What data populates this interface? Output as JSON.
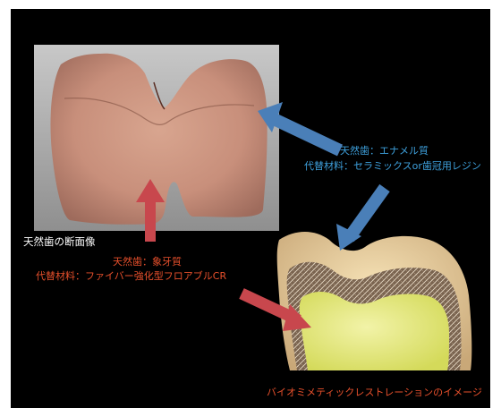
{
  "colors": {
    "background": "#000000",
    "enamel_text": "#3ea0dc",
    "dentin_text": "#e8502c",
    "caption_text": "#ffffff",
    "blue_arrow": "#4a7fb8",
    "red_arrow": "#c8474d"
  },
  "labels": {
    "section_caption": "天然歯の断面像",
    "enamel_line1": "天然歯：エナメル質",
    "enamel_line2": "代替材料：セラミックスor歯冠用レジン",
    "dentin_line1": "天然歯：象牙質",
    "dentin_line2": "代替材料：ファイバー強化型フロアブルCR",
    "restoration_caption": "バイオミメティックレストレーションのイメージ"
  },
  "icons": {
    "natural_tooth": "natural-tooth-cross-section-photo",
    "restoration": "biomimetic-restoration-illustration",
    "arrows": [
      "blue-arrow",
      "blue-arrow",
      "red-arrow",
      "red-arrow"
    ]
  }
}
